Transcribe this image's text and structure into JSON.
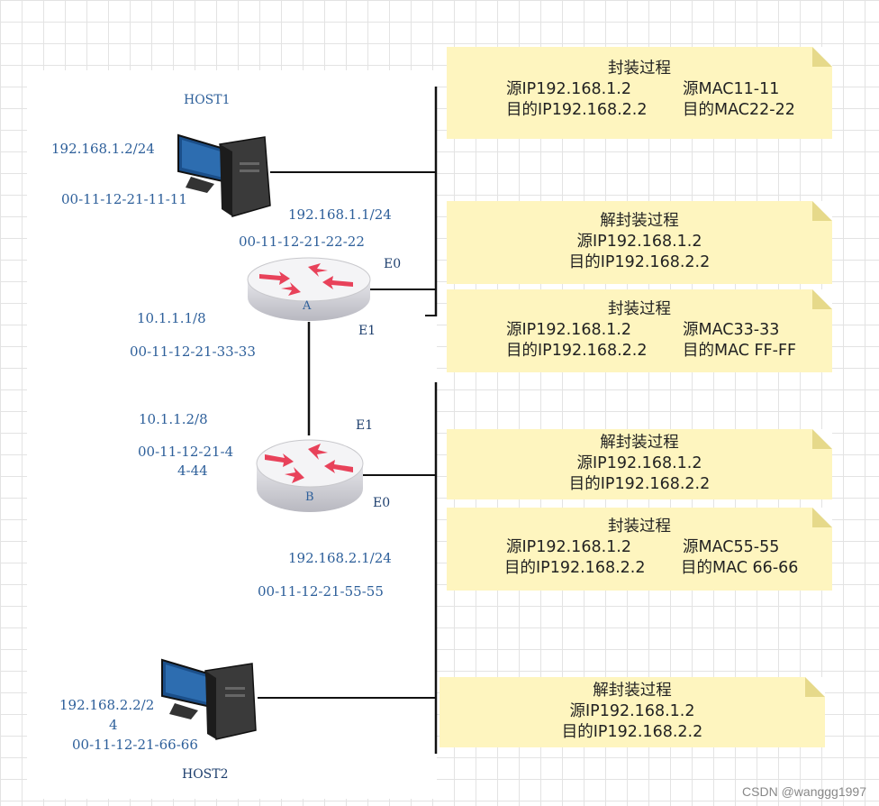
{
  "colors": {
    "note_bg": "#fef5bf",
    "label": "#2d5f9a",
    "router_arrow": "#e8425a",
    "monitor": "#1b4f8a"
  },
  "host1": {
    "name": "HOST1",
    "ip": "192.168.1.2/24",
    "mac": "00-11-12-21-11-11"
  },
  "router_a": {
    "letter": "A",
    "e0_ip": "192.168.1.1/24",
    "e0_mac": "00-11-12-21-22-22",
    "e0_label": "E0",
    "e1_ip": "10.1.1.1/8",
    "e1_mac": "00-11-12-21-33-33",
    "e1_label": "E1"
  },
  "router_b": {
    "letter": "B",
    "e1_label": "E1",
    "e1_ip": "10.1.1.2/8",
    "e1_mac_line1": "00-11-12-21-4",
    "e1_mac_line2": "4-44",
    "e0_label": "E0",
    "e0_ip": "192.168.2.1/24",
    "e0_mac": "00-11-12-21-55-55"
  },
  "host2": {
    "name": "HOST2",
    "ip_line1": "192.168.2.2/2",
    "ip_line2": "4",
    "mac": "00-11-12-21-66-66"
  },
  "notes": [
    {
      "title": "封装过程",
      "src_ip": "源IP192.168.1.2",
      "src_mac": "源MAC11-11",
      "dst_ip": "目的IP192.168.2.2",
      "dst_mac": "目的MAC22-22"
    },
    {
      "title": "解封装过程",
      "src_ip": "源IP192.168.1.2",
      "dst_ip": "目的IP192.168.2.2"
    },
    {
      "title": "封装过程",
      "src_ip": "源IP192.168.1.2",
      "src_mac": "源MAC33-33",
      "dst_ip": "目的IP192.168.2.2",
      "dst_mac": "目的MAC FF-FF"
    },
    {
      "title": "解封装过程",
      "src_ip": "源IP192.168.1.2",
      "dst_ip": "目的IP192.168.2.2"
    },
    {
      "title": "封装过程",
      "src_ip": "源IP192.168.1.2",
      "src_mac": "源MAC55-55",
      "dst_ip": "目的IP192.168.2.2",
      "dst_mac": "目的MAC 66-66"
    },
    {
      "title": "解封装过程",
      "src_ip": "源IP192.168.1.2",
      "dst_ip": "目的IP192.168.2.2"
    }
  ],
  "watermark": "CSDN @wanggg1997"
}
